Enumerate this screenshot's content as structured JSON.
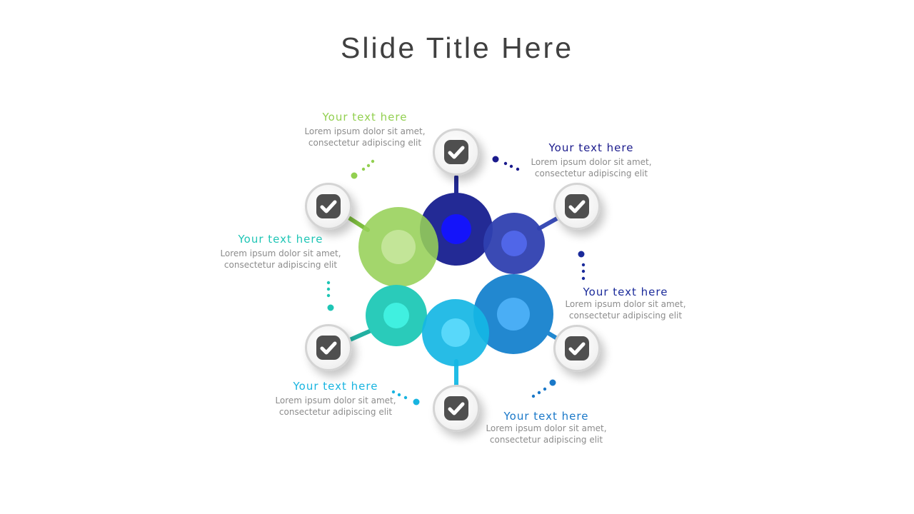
{
  "title": "Slide Title Here",
  "items": [
    {
      "heading": "Your text here",
      "line1": "Lorem ipsum dolor sit amet,",
      "line2": "consectetur adipiscing elit",
      "color": "#92D050"
    },
    {
      "heading": "Your text here",
      "line1": "Lorem ipsum dolor sit amet,",
      "line2": "consectetur adipiscing elit",
      "color": "#1A1A8C"
    },
    {
      "heading": "Your text here",
      "line1": "Lorem ipsum dolor sit amet,",
      "line2": "consectetur adipiscing elit",
      "color": "#1EC5B5"
    },
    {
      "heading": "Your text here",
      "line1": "Lorem ipsum dolor sit amet,",
      "line2": "consectetur adipiscing elit",
      "color": "#1A2A9A"
    },
    {
      "heading": "Your text here",
      "line1": "Lorem ipsum dolor sit amet,",
      "line2": "consectetur adipiscing elit",
      "color": "#18B4E0"
    },
    {
      "heading": "Your text here",
      "line1": "Lorem ipsum dolor sit amet,",
      "line2": "consectetur adipiscing elit",
      "color": "#1A78C8"
    }
  ],
  "icons": [
    "check-icon"
  ]
}
